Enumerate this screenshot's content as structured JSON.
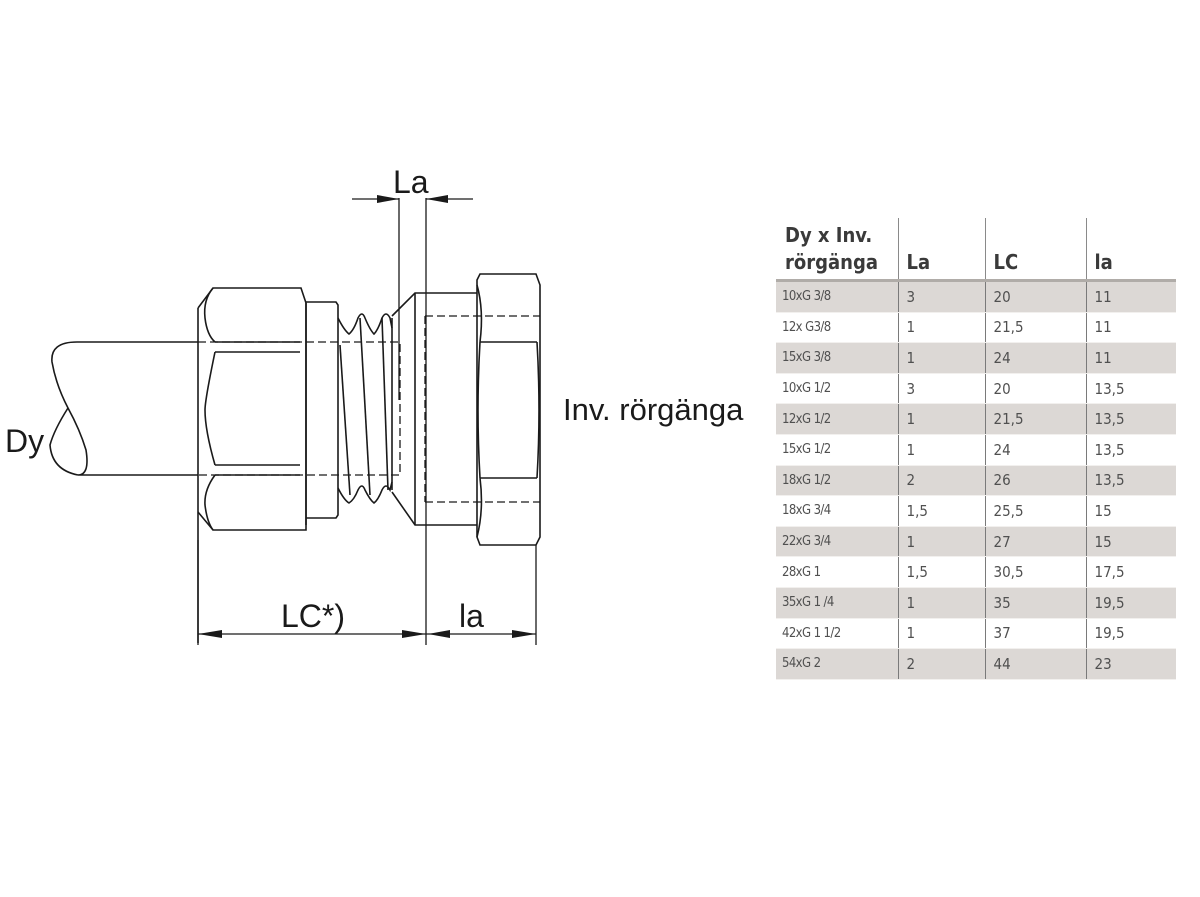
{
  "drawing": {
    "labels": {
      "la_top": "La",
      "dy": "Dy",
      "inv_rorganga": "Inv. rörgänga",
      "lc": "LC*)",
      "ia": "la"
    },
    "line_color": "#1a1a1a"
  },
  "table": {
    "headers": {
      "dy_line1": "Dy x Inv.",
      "dy_line2": "rörgänga",
      "la": "La",
      "lc": "LC",
      "ia": "la"
    },
    "stripe_color": "#dcd8d5",
    "rows": [
      {
        "dy": "10xG 3/8",
        "la": "3",
        "lc": "20",
        "ia": "11"
      },
      {
        "dy": "12x G3/8",
        "la": "1",
        "lc": "21,5",
        "ia": "11"
      },
      {
        "dy": "15xG 3/8",
        "la": "1",
        "lc": "24",
        "ia": "11"
      },
      {
        "dy": "10xG 1/2",
        "la": "3",
        "lc": "20",
        "ia": "13,5"
      },
      {
        "dy": "12xG 1/2",
        "la": "1",
        "lc": "21,5",
        "ia": "13,5"
      },
      {
        "dy": "15xG 1/2",
        "la": "1",
        "lc": "24",
        "ia": "13,5"
      },
      {
        "dy": "18xG 1/2",
        "la": "2",
        "lc": "26",
        "ia": "13,5"
      },
      {
        "dy": "18xG 3/4",
        "la": "1,5",
        "lc": "25,5",
        "ia": "15"
      },
      {
        "dy": "22xG 3/4",
        "la": "1",
        "lc": "27",
        "ia": "15"
      },
      {
        "dy": "28xG 1",
        "la": "1,5",
        "lc": "30,5",
        "ia": "17,5"
      },
      {
        "dy": "35xG 1 /4",
        "la": "1",
        "lc": "35",
        "ia": "19,5"
      },
      {
        "dy": "42xG 1 1/2",
        "la": "1",
        "lc": "37",
        "ia": "19,5"
      },
      {
        "dy": "54xG 2",
        "la": "2",
        "lc": "44",
        "ia": "23"
      }
    ]
  }
}
